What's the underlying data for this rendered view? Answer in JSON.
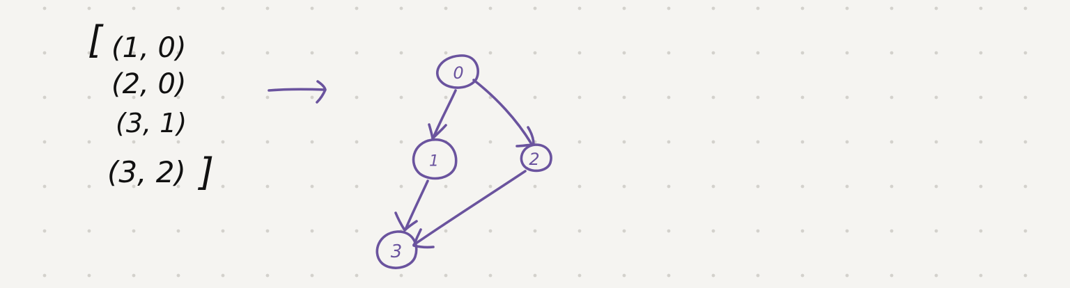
{
  "colors": {
    "background": "#f5f4f1",
    "grid_dot": "#d3d1cc",
    "edge_list_ink": "#111111",
    "graph_ink": "#6a539e"
  },
  "edge_list": {
    "open_bracket": "[",
    "close_bracket": "]",
    "pairs": [
      "(1, 0)",
      "(2, 0)",
      "(3, 1)",
      "(3, 2)"
    ]
  },
  "transform_arrow": {
    "icon": "right-arrow-icon"
  },
  "graph": {
    "nodes": [
      {
        "id": "node-0",
        "label": "0"
      },
      {
        "id": "node-1",
        "label": "1"
      },
      {
        "id": "node-2",
        "label": "2"
      },
      {
        "id": "node-3",
        "label": "3"
      }
    ],
    "edges": [
      {
        "from": "0",
        "to": "1"
      },
      {
        "from": "0",
        "to": "2"
      },
      {
        "from": "1",
        "to": "3"
      },
      {
        "from": "2",
        "to": "3"
      }
    ]
  }
}
